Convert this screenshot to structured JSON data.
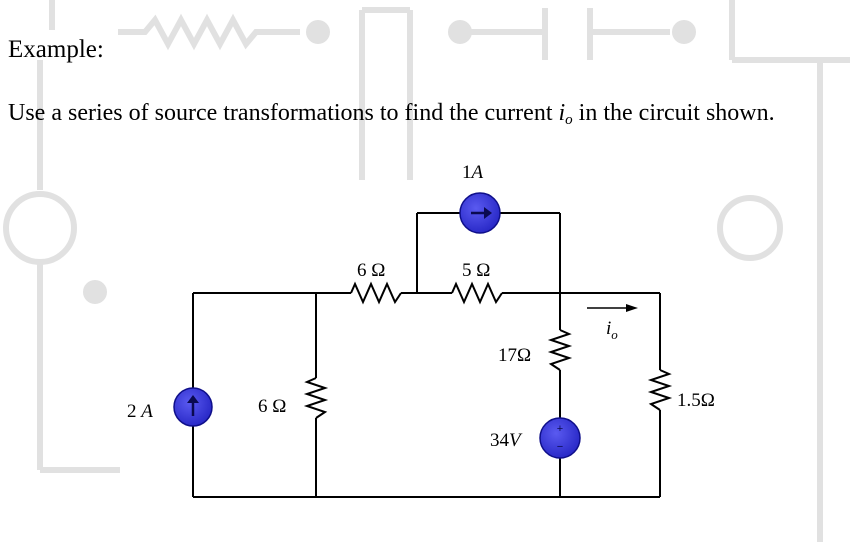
{
  "heading": "Example:",
  "problem": {
    "before_var": "Use a series of source transformations to find the current",
    "var": "i",
    "var_sub": "o",
    "after_var": "in the circuit shown."
  },
  "circuit": {
    "current_source_left": {
      "value": "2",
      "unit": "A"
    },
    "resistor_left_shunt": "6 Ω",
    "resistor_top_left": "6 Ω",
    "resistor_top_right": "5 Ω",
    "current_source_top": {
      "value": "1",
      "unit": "A"
    },
    "resistor_middle": "17Ω",
    "voltage_source": {
      "value": "34",
      "unit": "V"
    },
    "resistor_load": "1.5Ω",
    "current_label": {
      "var": "i",
      "sub": "o"
    }
  },
  "colors": {
    "source_fill": "#2f2fd8",
    "source_stroke": "#0f0f8a",
    "wire": "#000000",
    "watermark": "#d2d2d2"
  }
}
